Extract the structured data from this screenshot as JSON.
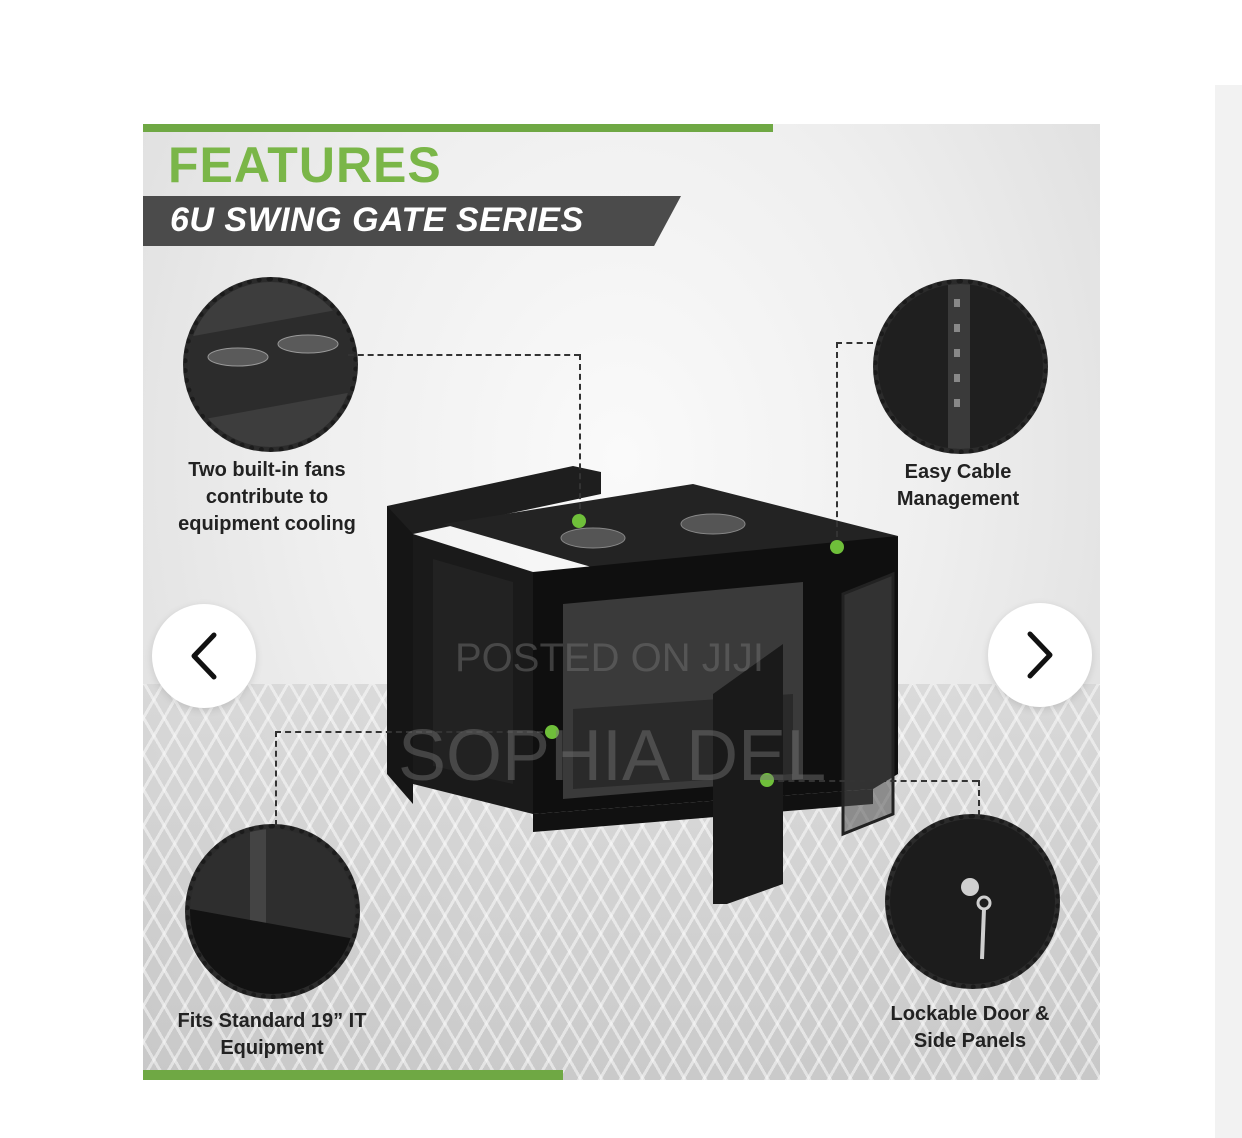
{
  "slide": {
    "title": "FEATURES",
    "subtitle": "6U SWING GATE SERIES",
    "accent_color": "#6fa844",
    "banner_color": "#4b4b4b"
  },
  "features": [
    {
      "caption": "Two built-in fans contribute to equipment cooling",
      "lines": [
        "Two built-in fans",
        "contribute to",
        "equipment cooling"
      ],
      "icon": "fan-detail"
    },
    {
      "caption": "Easy Cable Management",
      "lines": [
        "Easy Cable",
        "Management"
      ],
      "icon": "cable-rail-detail"
    },
    {
      "caption": "Fits Standard 19” IT Equipment",
      "lines": [
        "Fits Standard 19” IT",
        "Equipment"
      ],
      "icon": "rack-base-detail"
    },
    {
      "caption": "Lockable Door & Side Panels",
      "lines": [
        "Lockable Door &",
        "Side Panels"
      ],
      "icon": "lock-key-detail"
    }
  ],
  "watermark": {
    "line1": "POSTED ON JIJI",
    "line2": "SOPHIA DEL"
  },
  "nav": {
    "prev_icon": "chevron-left-icon",
    "next_icon": "chevron-right-icon"
  }
}
